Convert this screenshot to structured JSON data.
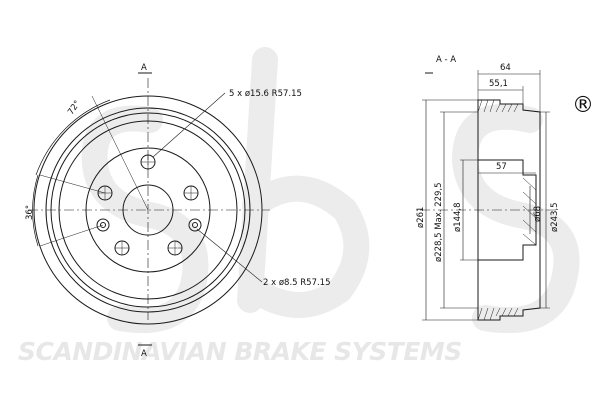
{
  "watermark": {
    "logo_text": "sbs",
    "registered": "®",
    "company": "SCANDINAVIAN BRAKE SYSTEMS"
  },
  "front_view": {
    "section_marker_top": "A",
    "section_marker_bottom": "A",
    "angle_top": "72°",
    "angle_left": "36°",
    "callout_large_holes": "5 x ø15.6  R57.15",
    "callout_small_holes": "2 x ø8.5  R57.15"
  },
  "section_view": {
    "title": "A - A",
    "dims": {
      "width_64": "64",
      "width_55_1": "55,1",
      "depth_57": "57",
      "dia_261": "ø261",
      "dia_228_5": "ø228,5 Max. 229,5",
      "dia_144_8": "ø144,8",
      "dia_68": "ø68",
      "dia_243_5": "ø243,5"
    }
  },
  "colors": {
    "line": "#1a1a1a",
    "watermark": "#e7e7e7"
  }
}
